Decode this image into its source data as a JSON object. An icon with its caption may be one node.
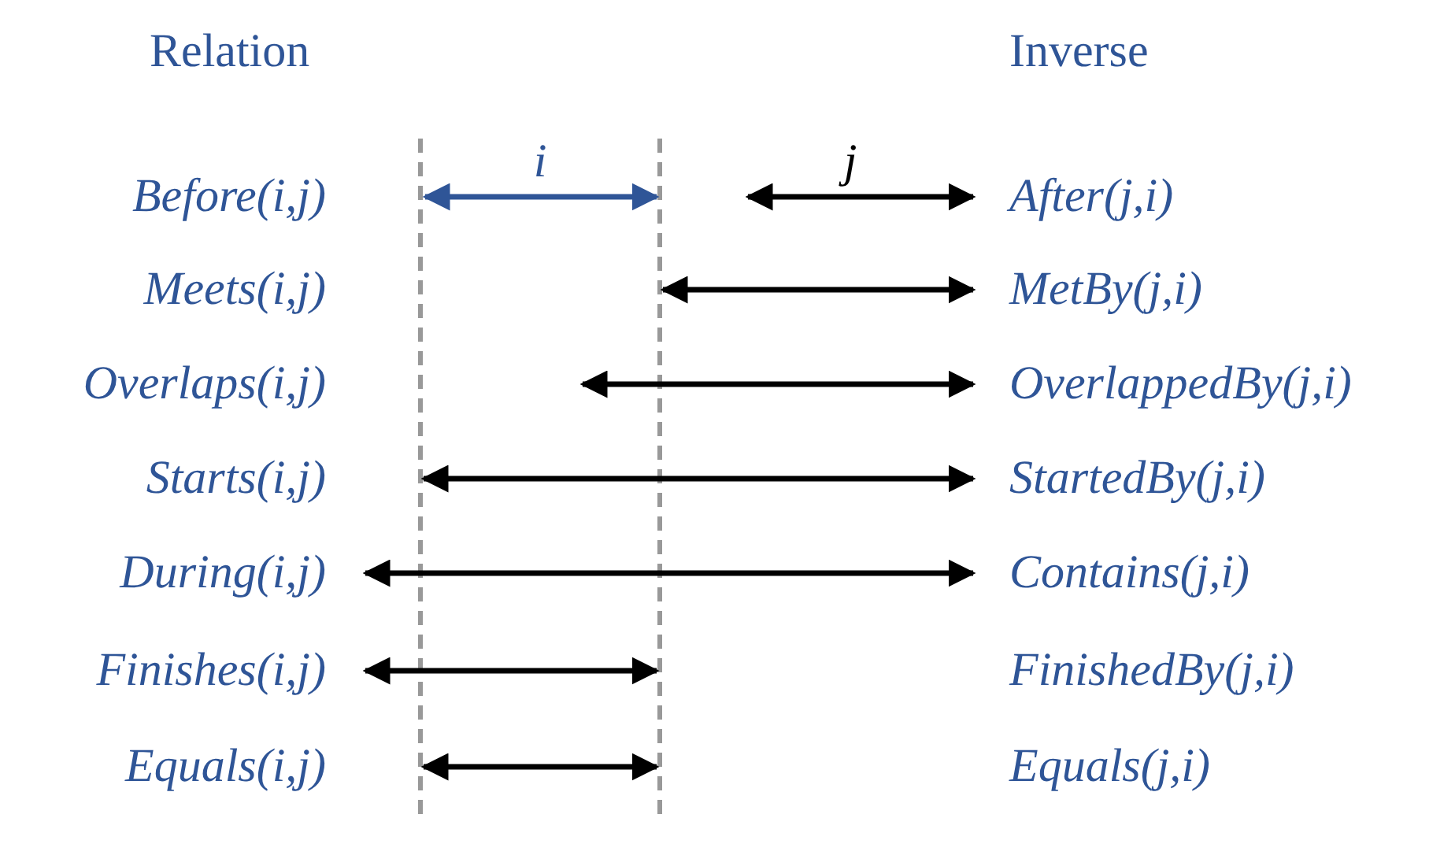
{
  "diagram": {
    "labels": [
      "Relation",
      "Inverse",
      "i",
      "j",
      "Before(i,j)",
      "After(j,i)",
      "Meets(i,j)",
      "MetBy(j,i)",
      "Overlaps(i,j)",
      "OverlappedBy(j,i)",
      "Starts(i,j)",
      "StartedBy(j,i)",
      "During(i,j)",
      "Contains(j,i)",
      "Finishes(i,j)",
      "FinishedBy(j,i)",
      "Equals(i,j)",
      "Equals(j,i)"
    ]
  }
}
